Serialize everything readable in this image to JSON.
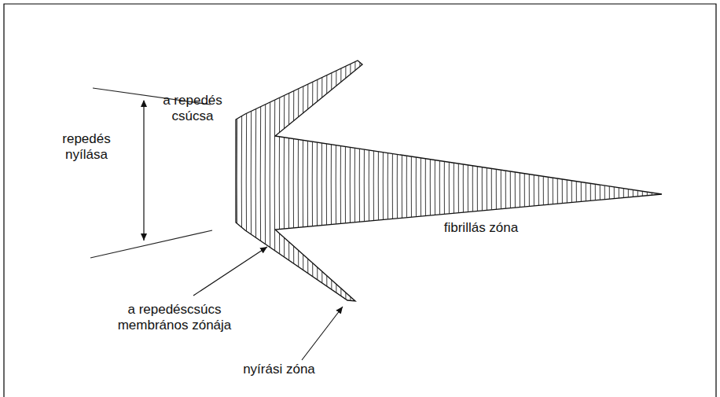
{
  "diagram": {
    "labels": [
      "repedés nyílása",
      "a repedés csúcsa",
      "fibrillás zóna",
      "a repedéscsúcs membrános zónája",
      "nyírási zóna"
    ]
  }
}
